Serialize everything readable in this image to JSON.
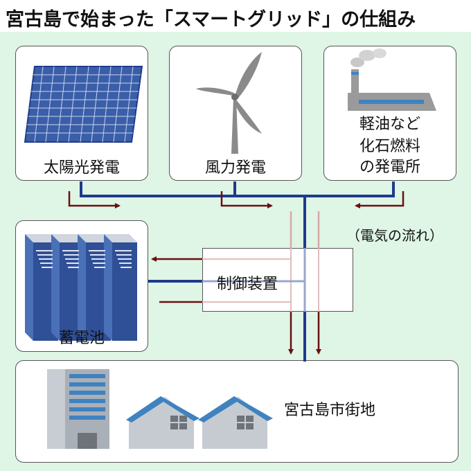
{
  "title": "宮古島で始まった「スマートグリッド」の仕組み",
  "sources": {
    "solar": "太陽光発電",
    "wind": "風力発電",
    "fuel_lines": [
      "軽油など",
      "化石燃料",
      "の発電所"
    ]
  },
  "battery": "蓄電池",
  "controller": "制御装置",
  "city": "宮古島市街地",
  "flow_label": "（電気の流れ）",
  "colors": {
    "background": "#dff5e6",
    "wire": "#1f3a8a",
    "flow_arrow": "#6b0f0f",
    "panel": "#3b5ea8",
    "roof": "#3f82c0"
  }
}
